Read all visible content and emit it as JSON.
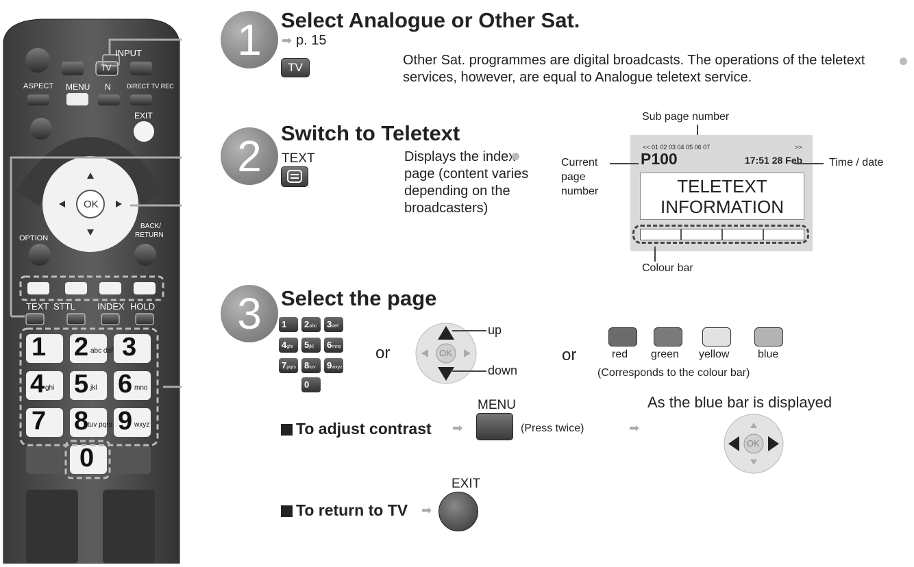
{
  "remote": {
    "labels": {
      "input": "INPUT",
      "tv": "TV",
      "aspect": "ASPECT",
      "menu": "MENU",
      "n": "N",
      "direct_tv_rec": "DIRECT TV REC",
      "exit": "EXIT",
      "ok": "OK",
      "option": "OPTION",
      "back_return_1": "BACK/",
      "back_return_2": "RETURN",
      "text": "TEXT",
      "sttl": "STTL",
      "index": "INDEX",
      "hold": "HOLD"
    },
    "numkeys": [
      {
        "num": "1",
        "sub": ""
      },
      {
        "num": "2",
        "sub": "abc def"
      },
      {
        "num": "3",
        "sub": ""
      },
      {
        "num": "4",
        "sub": "ghi"
      },
      {
        "num": "5",
        "sub": "jkl"
      },
      {
        "num": "6",
        "sub": "mno"
      },
      {
        "num": "7",
        "sub": ""
      },
      {
        "num": "8",
        "sub": "tuv pqrs"
      },
      {
        "num": "9",
        "sub": "wxyz"
      },
      {
        "num": "0",
        "sub": ""
      }
    ]
  },
  "step1": {
    "number": "1",
    "title": "Select Analogue or Other Sat.",
    "page_ref": "p. 15",
    "tv_button": "TV",
    "note": "Other Sat. programmes are digital broadcasts. The operations of the teletext services, however, are equal to Analogue teletext service."
  },
  "step2": {
    "number": "2",
    "title": "Switch to Teletext",
    "text_button": "TEXT",
    "note": "Displays the index page (content varies depending on the broadcasters)",
    "diagram": {
      "sub_page_label": "Sub page number",
      "sub_pages": "<< 01 02 03 04 05 06 07",
      "sub_pages_next": ">>",
      "current_page_label_1": "Current",
      "current_page_label_2": "page",
      "current_page_label_3": "number",
      "page_number": "P100",
      "time_date": "17:51 28 Feb",
      "time_date_label": "Time / date",
      "info_line1": "TELETEXT",
      "info_line2": "INFORMATION",
      "colour_bar_label": "Colour bar"
    }
  },
  "step3": {
    "number": "3",
    "title": "Select the page",
    "or1": "or",
    "or2": "or",
    "up": "up",
    "down": "down",
    "ok": "OK",
    "keys": [
      {
        "num": "1",
        "sub": ""
      },
      {
        "num": "2",
        "sub": "abc"
      },
      {
        "num": "3",
        "sub": "def"
      },
      {
        "num": "4",
        "sub": "ghi"
      },
      {
        "num": "5",
        "sub": "jkl"
      },
      {
        "num": "6",
        "sub": "mno"
      },
      {
        "num": "7",
        "sub": "pqrs"
      },
      {
        "num": "8",
        "sub": "tuv"
      },
      {
        "num": "9",
        "sub": "wxyz"
      },
      {
        "num": "0",
        "sub": ""
      }
    ],
    "colour_buttons": [
      {
        "label": "red",
        "color": "#6b6b6b"
      },
      {
        "label": "green",
        "color": "#7a7a7a"
      },
      {
        "label": "yellow",
        "color": "#e2e2e2"
      },
      {
        "label": "blue",
        "color": "#b3b3b3"
      }
    ],
    "colour_note": "(Corresponds to the colour bar)"
  },
  "contrast": {
    "label": "To adjust contrast",
    "menu": "MENU",
    "press_twice": "(Press twice)",
    "blue_bar_note": "As the blue bar is displayed"
  },
  "return_tv": {
    "label": "To return to TV",
    "exit": "EXIT"
  }
}
